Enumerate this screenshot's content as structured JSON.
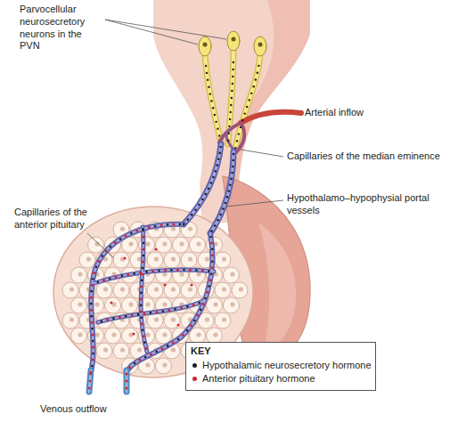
{
  "diagram": {
    "labels": [
      "Parvocellular neurosecretory neurons in the PVN",
      "Arterial inflow",
      "Capillaries of the median eminence",
      "Hypothalamo–hypophysial portal vessels",
      "Capillaries of the anterior pituitary",
      "Venous outflow",
      "KEY"
    ],
    "legend": [
      {
        "text": "Hypothalamic neurosecretory hormone",
        "color": "#231f20"
      },
      {
        "text": "Anterior pituitary hormone",
        "color": "#d2232a"
      }
    ]
  }
}
